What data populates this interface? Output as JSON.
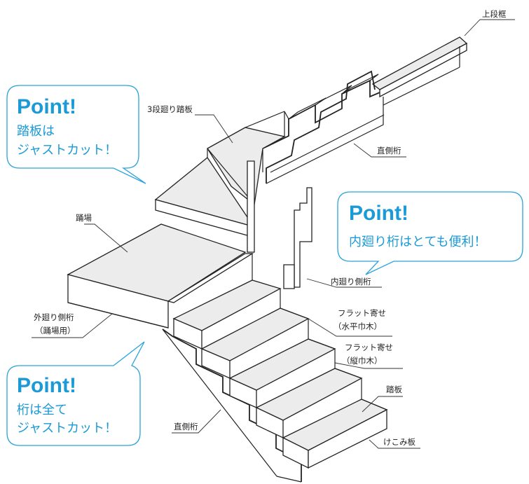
{
  "labels": {
    "top_frame": "上段框",
    "winder_tread": "3段廻り踏板",
    "straight_stringer_upper": "直側桁",
    "landing": "踊場",
    "inner_winder_stringer": "内廻り側桁",
    "outer_winder_stringer_l1": "外廻り側桁",
    "outer_winder_stringer_l2": "（踊場用）",
    "flat_horizontal_l1": "フラット寄せ",
    "flat_horizontal_l2": "（水平巾木）",
    "flat_vertical_l1": "フラット寄せ",
    "flat_vertical_l2": "（縦巾木）",
    "tread": "踏板",
    "straight_stringer_lower": "直側桁",
    "riser": "けこみ板"
  },
  "callouts": [
    {
      "title": "Point!",
      "line1": "踏板は",
      "line2": "ジャストカット！"
    },
    {
      "title": "Point!",
      "line1": "内廻り桁はとても便利！"
    },
    {
      "title": "Point!",
      "line1": "桁は全て",
      "line2": "ジャストカット！"
    }
  ],
  "colors": {
    "accent": "#1a9ad6",
    "bubble_stroke": "#2aa3dc",
    "line": "#222222",
    "tread_fill": "#ececec"
  }
}
